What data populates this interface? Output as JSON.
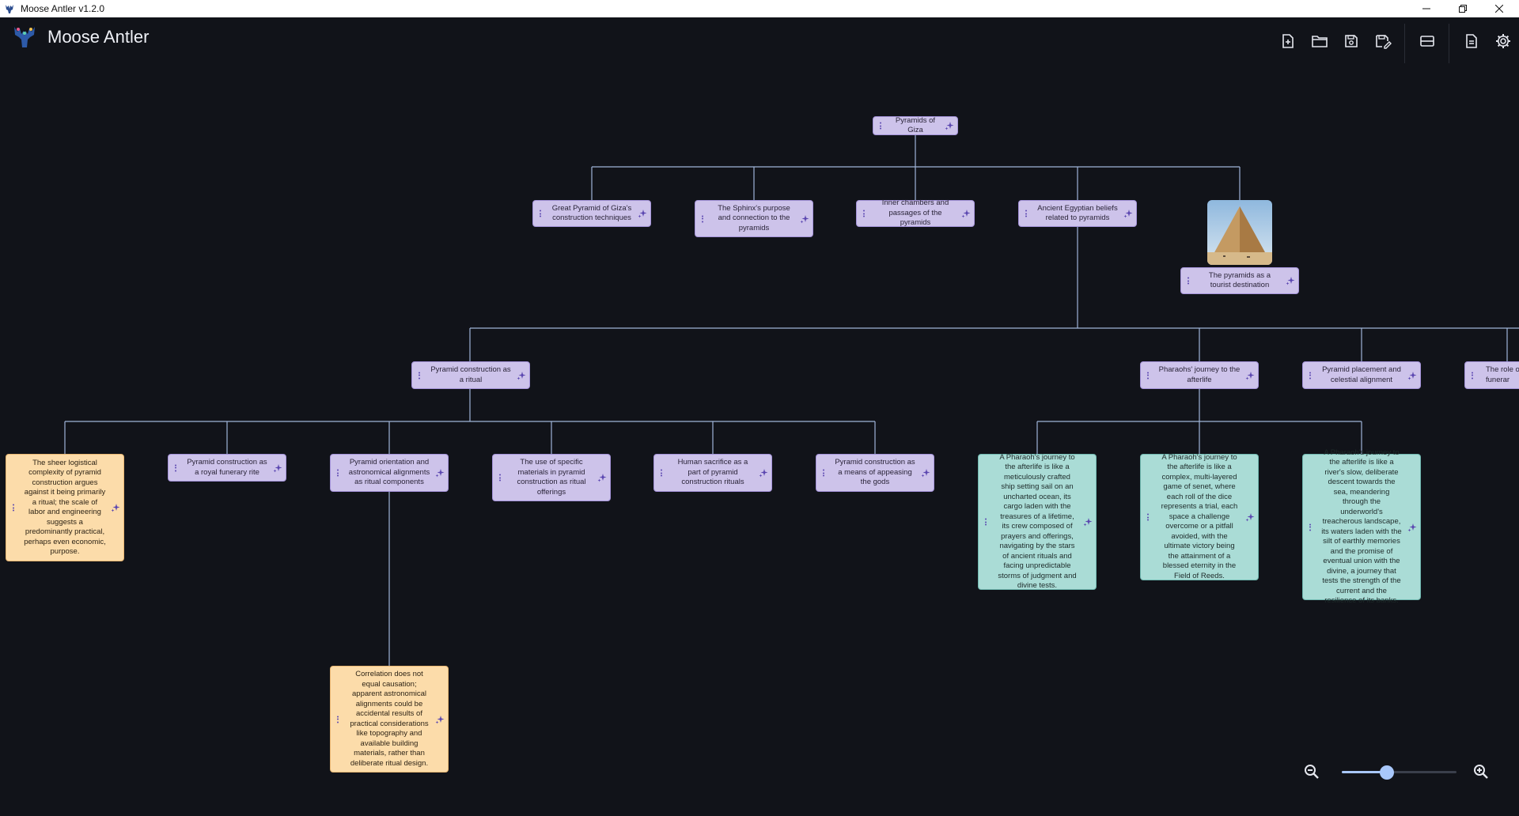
{
  "window": {
    "title": "Moose Antler v1.2.0"
  },
  "app": {
    "name": "Moose Antler"
  },
  "toolbar": {
    "buttons": [
      {
        "name": "new-file-button",
        "icon": "file-plus-icon"
      },
      {
        "name": "open-folder-button",
        "icon": "folder-icon"
      },
      {
        "name": "save-button",
        "icon": "save-icon"
      },
      {
        "name": "save-as-button",
        "icon": "save-edit-icon"
      },
      {
        "name": "layout-toggle-button",
        "icon": "split-view-icon"
      },
      {
        "name": "document-button",
        "icon": "document-icon"
      },
      {
        "name": "settings-button",
        "icon": "gear-icon"
      }
    ]
  },
  "mindmap": {
    "root": {
      "label": "Pyramids of Giza"
    },
    "level1": [
      {
        "label": "Great Pyramid of Giza's construction techniques"
      },
      {
        "label": "The Sphinx's purpose and connection to the pyramids"
      },
      {
        "label": "Inner chambers and passages of the pyramids"
      },
      {
        "label": "Ancient Egyptian beliefs related to pyramids"
      },
      {
        "label": "The pyramids as a tourist destination",
        "image": "pyramid-photo"
      }
    ],
    "level2": [
      {
        "label": "Pyramid construction as a ritual"
      },
      {
        "label": "Pharaohs' journey to the afterlife"
      },
      {
        "label": "Pyramid placement and celestial alignment"
      },
      {
        "label": "The role o funerar"
      }
    ],
    "level3_ritual": [
      {
        "label": "The sheer logistical complexity of pyramid construction argues against it being primarily a ritual;  the scale of labor and engineering suggests a predominantly practical, perhaps even economic, purpose.",
        "kind": "counterargument"
      },
      {
        "label": "Pyramid construction as a royal funerary rite"
      },
      {
        "label": "Pyramid orientation and astronomical alignments as ritual components"
      },
      {
        "label": "The use of specific materials in pyramid construction as ritual offerings"
      },
      {
        "label": "Human sacrifice as a part of pyramid construction rituals"
      },
      {
        "label": "Pyramid construction as a means of appeasing the gods"
      }
    ],
    "level3_afterlife": [
      {
        "label": "A Pharaoh's journey to the afterlife is like a meticulously crafted ship setting sail on an uncharted ocean, its cargo laden with the treasures of a lifetime, its crew composed of prayers and offerings, navigating by the stars of ancient rituals and facing unpredictable storms of judgment and divine tests.",
        "kind": "analogy"
      },
      {
        "label": "A Pharaoh's journey to the afterlife is like a complex, multi-layered game of senet, where each roll of the dice represents a trial, each space a challenge overcome or a pitfall avoided, with the ultimate victory being the attainment of a blessed eternity in the Field of Reeds.",
        "kind": "analogy"
      },
      {
        "label": "A Pharaoh's journey to the afterlife is like a river's slow, deliberate descent towards the sea, meandering through the underworld's treacherous landscape, its waters laden with the silt of earthly memories and the promise of eventual union with the divine, a journey that tests the strength of the current and the resilience of its banks.",
        "kind": "analogy"
      }
    ],
    "level4_alignment": {
      "label": "Correlation does not equal causation;  apparent astronomical alignments could be accidental results of practical considerations like topography and available building materials, rather than deliberate ritual design.",
      "kind": "counterargument"
    }
  },
  "colors": {
    "background": "#111319",
    "topic": "#cdc3ea",
    "counterargument": "#fcdcaa",
    "analogy": "#aadcd6",
    "connector": "#9fb4d8",
    "accent": "#a8c7fa"
  },
  "zoom": {
    "level": 0.39
  }
}
